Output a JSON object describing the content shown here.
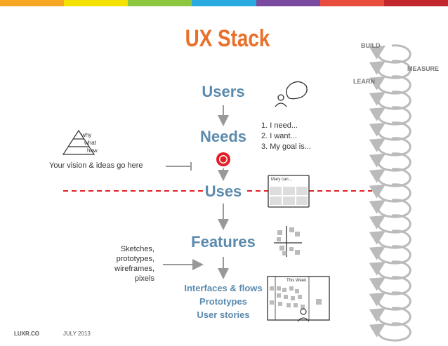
{
  "colors": {
    "topbar": [
      "#f5a623",
      "#f5e100",
      "#8dc63f",
      "#29abe2",
      "#7a4a9e",
      "#e94b3c",
      "#c1272d"
    ],
    "title": "#e8702a",
    "stage": "#5b8aad",
    "dashed_line": "#e31e24",
    "target": "#e31e24",
    "loop": "#bbbbbb"
  },
  "title": "UX Stack",
  "stages": {
    "users": "Users",
    "needs": "Needs",
    "uses": "Uses",
    "features": "Features"
  },
  "outputs": [
    "Interfaces & flows",
    "Prototypes",
    "User stories"
  ],
  "needs_list": [
    "1.  I need...",
    "2. I want...",
    "3. My goal is..."
  ],
  "pyramid_labels": [
    "why",
    "what",
    "how"
  ],
  "vision_text": "Your vision & ideas  go here",
  "sketches_text": [
    "Sketches,",
    "prototypes,",
    "wireframes,",
    "pixels"
  ],
  "uses_card_text": "Mary can...",
  "board_text": "This Week",
  "loop_labels": {
    "build": "BUILD",
    "measure": "MEASURE",
    "learn": "LEARN"
  },
  "footer": {
    "brand": "LUXR.CO",
    "date": "JULY 2013"
  }
}
